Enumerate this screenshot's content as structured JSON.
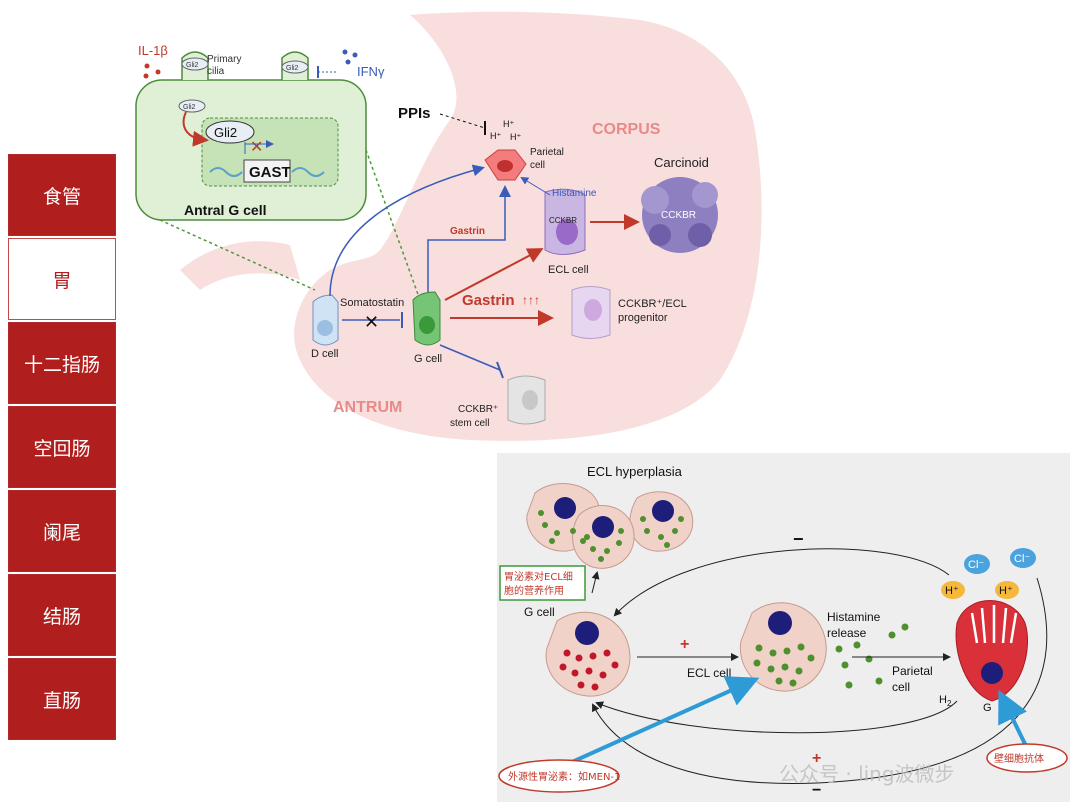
{
  "sidebar": {
    "items": [
      {
        "label": "食管",
        "active": false
      },
      {
        "label": "胃",
        "active": true
      },
      {
        "label": "十二指肠",
        "active": false
      },
      {
        "label": "空回肠",
        "active": false
      },
      {
        "label": "阑尾",
        "active": false
      },
      {
        "label": "结肠",
        "active": false
      },
      {
        "label": "直肠",
        "active": false
      }
    ]
  },
  "top_diagram": {
    "il1b": "IL-1β",
    "primary_cilia_1": "Primary",
    "primary_cilia_2": "cilia",
    "gli2_small": "Gli2",
    "ifng": "IFNγ",
    "gli2": "Gli2",
    "gast": "GAST",
    "antral_g_cell": "Antral G cell",
    "ppis": "PPIs",
    "h_plus": "H⁺",
    "corpus": "CORPUS",
    "parietal_cell_1": "Parietal",
    "parietal_cell_2": "cell",
    "carcinoid": "Carcinoid",
    "histamine": "Histamine",
    "cckbr": "CCKBR",
    "gastrin_small": "Gastrin",
    "ecl_cell": "ECL cell",
    "gastrin_large": "Gastrin",
    "progenitor_1": "CCKBR⁺/ECL",
    "progenitor_2": "progenitor",
    "somatostatin": "Somatostatin",
    "d_cell": "D cell",
    "g_cell": "G cell",
    "antrum": "ANTRUM",
    "stem_cell_1": "CCKBR⁺",
    "stem_cell_2": "stem cell"
  },
  "bottom_diagram": {
    "ecl_hyperplasia": "ECL hyperplasia",
    "trophic_note_1": "胃泌素对ECL细",
    "trophic_note_2": "胞的营养作用",
    "g_cell": "G cell",
    "plus": "+",
    "minus": "−",
    "ecl_cell": "ECL cell",
    "histamine_release_1": "Histamine",
    "histamine_release_2": "release",
    "parietal_cell_1": "Parietal",
    "parietal_cell_2": "cell",
    "cl_minus": "Cl⁻",
    "h_plus": "H⁺",
    "h2": "H",
    "h2_sub": "2",
    "g_label": "G",
    "exogenous_gastrin": "外源性胃泌素：如MEN-1",
    "antibody": "壁细胞抗体",
    "watermark": "公众号 · ling波微步"
  },
  "colors": {
    "sidebar_red": "#b01e1e",
    "stomach_pink": "#f8dcdc",
    "green_cell": "#dcefd4",
    "arrow_blue": "#3a5bb8",
    "arrow_red": "#c0392b"
  }
}
